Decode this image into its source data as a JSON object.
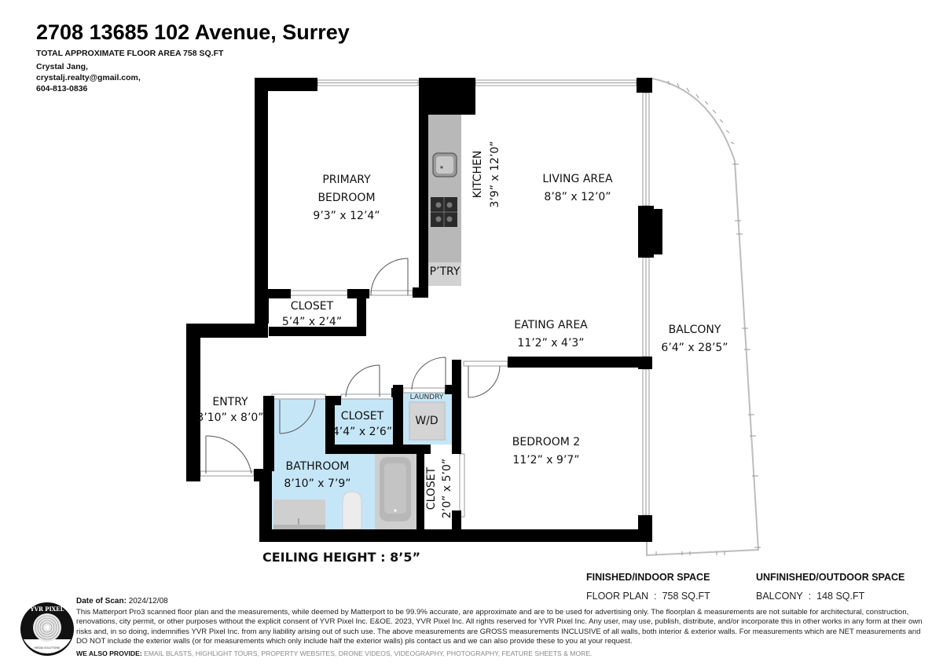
{
  "header": {
    "address": "2708 13685 102 Avenue, Surrey",
    "total_area": "TOTAL APPROXIMATE FLOOR AREA 758 SQ.FT",
    "contact": [
      "Crystal Jang,",
      "crystalj.realty@gmail.com,",
      "604-813-0836"
    ]
  },
  "rooms": {
    "primary_bedroom": {
      "name_line1": "PRIMARY",
      "name_line2": "BEDROOM",
      "dims": "9’3” x 12’4”"
    },
    "kitchen": {
      "name": "KITCHEN",
      "dims": "3’9” x 12’0”"
    },
    "pantry": {
      "name": "P’TRY"
    },
    "living_area": {
      "name": "LIVING AREA",
      "dims": "8’8” x 12’0”"
    },
    "closet_primary": {
      "name": "CLOSET",
      "dims": "5’4” x 2’4”"
    },
    "eating_area": {
      "name": "EATING AREA",
      "dims": "11’2” x 4’3”"
    },
    "balcony": {
      "name": "BALCONY",
      "dims": "6’4” x 28’5”"
    },
    "entry": {
      "name": "ENTRY",
      "dims": "3’10” x 8’0”"
    },
    "closet_hall": {
      "name": "CLOSET",
      "dims": "4’4” x 2’6”"
    },
    "laundry": {
      "name": "LAUNDRY",
      "appliance": "W/D"
    },
    "bathroom": {
      "name": "BATHROOM",
      "dims": "8’10” x 7’9”"
    },
    "closet_bed2": {
      "name": "CLOSET",
      "dims": "2’0” x 5’0”"
    },
    "bedroom2": {
      "name": "BEDROOM 2",
      "dims": "11’2” x 9’7”"
    }
  },
  "ceiling_height": "CEILING HEIGHT : 8’5”",
  "summary": {
    "finished": {
      "heading": "FINISHED/INDOOR SPACE",
      "label": "FLOOR PLAN",
      "sep": ":",
      "value": "758 SQ.FT"
    },
    "unfinished": {
      "heading": "UNFINISHED/OUTDOOR SPACE",
      "label": "BALCONY",
      "sep": ":",
      "value": "148 SQ.FT"
    }
  },
  "footer": {
    "scan_label": "Date of Scan:",
    "scan_date": "2024/12/08",
    "disclaimer": "This Matterport Pro3 scanned floor plan and the measurements, while deemed by Matterport to be 99.9% accurate, are approximate and are to be used for advertising only. The floorplan & measurements are not suitable for architectural, construction, renovations, city permit, or other purposes without the explicit consent of YVR Pixel Inc. E&OE. 2023, YVR Pixel Inc. All rights reserved for YVR Pixel Inc. Any user, may use, publish, distribute, and/or incorporate this in other works in any form at their own risks and, in so doing, indemnifies YVR Pixel Inc. from any liability arising out of such use. The above measurements are GROSS measurements INCLUSIVE of all walls, both interior & exterior walls. For measurements which are NET measurements and DO NOT include the exterior walls (or for measurements which only include half the exterior walls) pls contact us and we can also provide these to you at your request.",
    "provide_label": "WE ALSO PROVIDE:",
    "provide_list": "EMAIL BLASTS, HIGHLIGHT TOURS, PROPERTY WEBSITES, DRONE VIDEOS, VIDEOGRAPHY, PHOTOGRAPHY, FEATURE SHEETS & MORE."
  },
  "logo": {
    "text": "YVR PIXEL",
    "subtext": "MEDIA SOLUTIONS"
  },
  "colors": {
    "wall": "#000000",
    "wet_area": "#c5e6f7",
    "counter": "#b8b8b8",
    "fixture": "#cfcfcf",
    "balcony_edge": "#bdbdbd"
  }
}
